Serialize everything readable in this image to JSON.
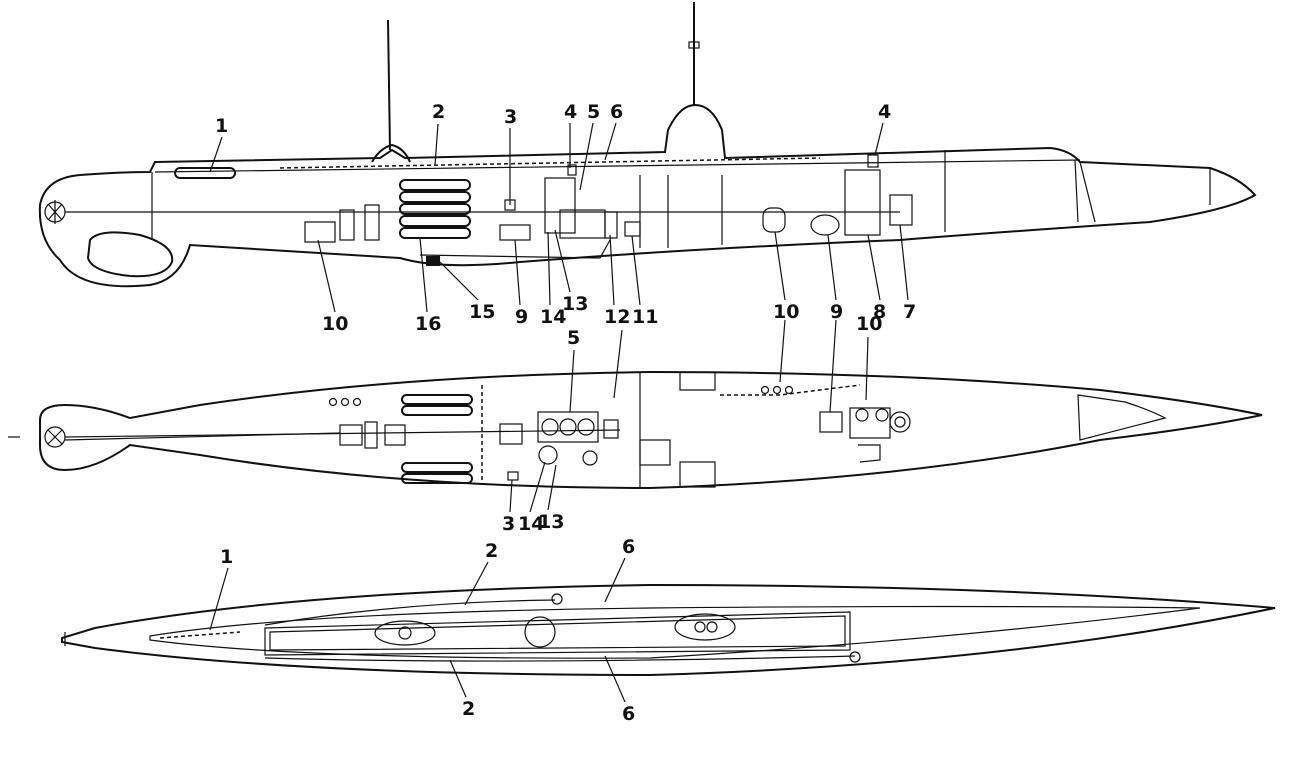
{
  "diagram": {
    "side_view": {
      "callouts": [
        "1",
        "2",
        "3",
        "4",
        "5",
        "6",
        "4",
        "10",
        "16",
        "15",
        "9",
        "14",
        "13",
        "12",
        "11",
        "10",
        "9",
        "8",
        "7"
      ]
    },
    "plan_view": {
      "callouts": [
        "5",
        "12",
        "10",
        "10",
        "9",
        "9",
        "3",
        "14",
        "13"
      ]
    },
    "deck_view": {
      "callouts": [
        "1",
        "2",
        "6",
        "2",
        "6"
      ]
    }
  }
}
